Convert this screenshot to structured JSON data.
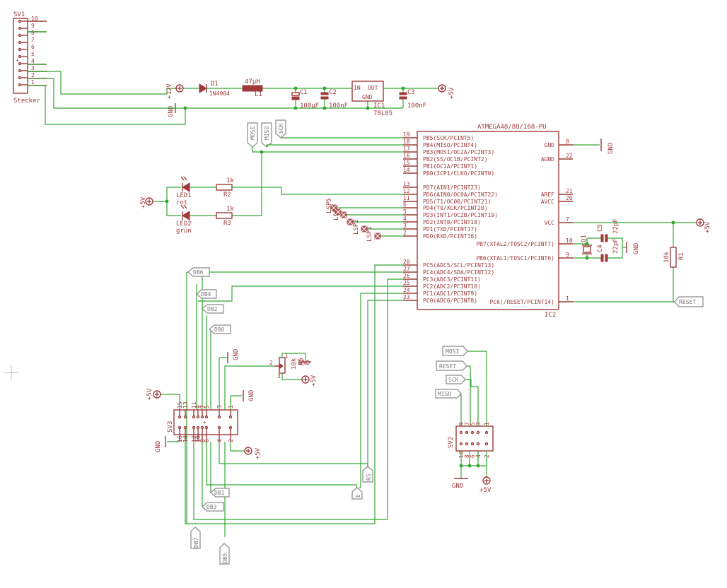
{
  "sv1": {
    "name": "SV1",
    "value": "Stecker",
    "pins": [
      "10",
      "9",
      "8",
      "7",
      "6",
      "5",
      "4",
      "3",
      "2",
      "1"
    ]
  },
  "power": {
    "v12": "+12V",
    "v5": "+5V",
    "gnd": "GND"
  },
  "d1": {
    "name": "D1",
    "value": "1N4004"
  },
  "l1": {
    "name": "L1",
    "value": "47µH"
  },
  "c1": {
    "name": "C1",
    "value": "100µF"
  },
  "c2": {
    "name": "C2",
    "value": "100nF"
  },
  "ic1": {
    "name": "IC1",
    "value": "78L05",
    "in": "IN",
    "out": "OUT",
    "gnd": "GND"
  },
  "c3": {
    "name": "C3",
    "value": "100nF"
  },
  "ic2": {
    "title": "ATMEGA48/88/168-PU",
    "name": "IC2",
    "left_pins": [
      {
        "num": "19",
        "label": "PB5(SCK/PCINT5)"
      },
      {
        "num": "18",
        "label": "PB4(MISO/PCINT4)"
      },
      {
        "num": "17",
        "label": "PB3(MOSI/OC2A/PCINT3)"
      },
      {
        "num": "16",
        "label": "PB2(SS/OC1B/PCINT2)"
      },
      {
        "num": "15",
        "label": "PB1(OC1A/PCINT1)"
      },
      {
        "num": "14",
        "label": "PB0(ICP1/CLKO/PCINT0)"
      },
      {
        "num": "13",
        "label": "PD7(AIN1/PCINT23)"
      },
      {
        "num": "12",
        "label": "PD6(AIN0/OC0A/PCINT22)"
      },
      {
        "num": "11",
        "label": "PD5(T1/OC0B/PCINT21)"
      },
      {
        "num": "6",
        "label": "PD4(T0/XCK/PCINT20)"
      },
      {
        "num": "5",
        "label": "PD3(INT1/OC2B/PCINT19)"
      },
      {
        "num": "4",
        "label": "PD2(INT0/PCINT18)"
      },
      {
        "num": "3",
        "label": "PD1(TXD/PCINT17)"
      },
      {
        "num": "2",
        "label": "PD0(RXD/PCINT16)"
      },
      {
        "num": "20",
        "label": "PC5(ADC5/SCL/PCINT13)"
      },
      {
        "num": "27",
        "label": "PC4(ADC4/SDA/PCINT12)"
      },
      {
        "num": "26",
        "label": "PC3(ADC3/PCINT11)"
      },
      {
        "num": "25",
        "label": "PC2(ADC2/PCINT10)"
      },
      {
        "num": "24",
        "label": "PC1(ADC1/PCINT9)"
      },
      {
        "num": "23",
        "label": "PC0(ADC0/PCINT8)"
      }
    ],
    "right_pins": [
      {
        "num": "8",
        "label": "GND"
      },
      {
        "num": "22",
        "label": "AGND"
      },
      {
        "num": "21",
        "label": "AREF"
      },
      {
        "num": "20",
        "label": "AVCC"
      },
      {
        "num": "7",
        "label": "VCC"
      },
      {
        "num": "10",
        "label": "PB7(XTAL2/TOSC2/PCINT7)"
      },
      {
        "num": "9",
        "label": "PB6(XTAL1/TOSC1/PCINT6)"
      },
      {
        "num": "1",
        "label": "PC6(/RESET/PCINT14)"
      }
    ]
  },
  "led1": {
    "name": "LED1",
    "value": "rot"
  },
  "led2": {
    "name": "LED2",
    "value": "grün"
  },
  "r2": {
    "name": "R2",
    "value": "1k"
  },
  "r3": {
    "name": "R3",
    "value": "1k"
  },
  "r1": {
    "name": "R1",
    "value": "10k"
  },
  "c4": {
    "name": "C4",
    "value": "22pF"
  },
  "c5": {
    "name": "C5",
    "value": "22pF"
  },
  "q1": {
    "name": "Q1"
  },
  "lsp": {
    "lsp5": "LSP5",
    "lsp4": "LSP4",
    "lsp2": "LSP2",
    "lsp1": "LSP1"
  },
  "r5": {
    "name": "R5",
    "value": "10k"
  },
  "sv3": {
    "name": "SV3",
    "top_pins": [
      "15",
      "13",
      "11",
      "9",
      "7",
      "5",
      "3",
      "1"
    ],
    "bottom_pins": [
      "16",
      "14",
      "12",
      "10",
      "8",
      "6",
      "4",
      "2"
    ]
  },
  "sv2": {
    "name": "SV2",
    "top_pins": [
      "9",
      "7",
      "5",
      "3",
      "1"
    ],
    "bottom_pins": [
      "10",
      "8",
      "6",
      "4",
      "2"
    ]
  },
  "labels": {
    "mosi": "MOSI",
    "miso": "MISO",
    "sck": "SCK",
    "reset": "RESET",
    "db0": "DB0",
    "db1": "DB1",
    "db2": "DB2",
    "db3": "DB3",
    "db4": "DB4",
    "db5": "DB5",
    "db6": "DB6",
    "db7": "DB7",
    "rs": "RS",
    "e": "E"
  }
}
